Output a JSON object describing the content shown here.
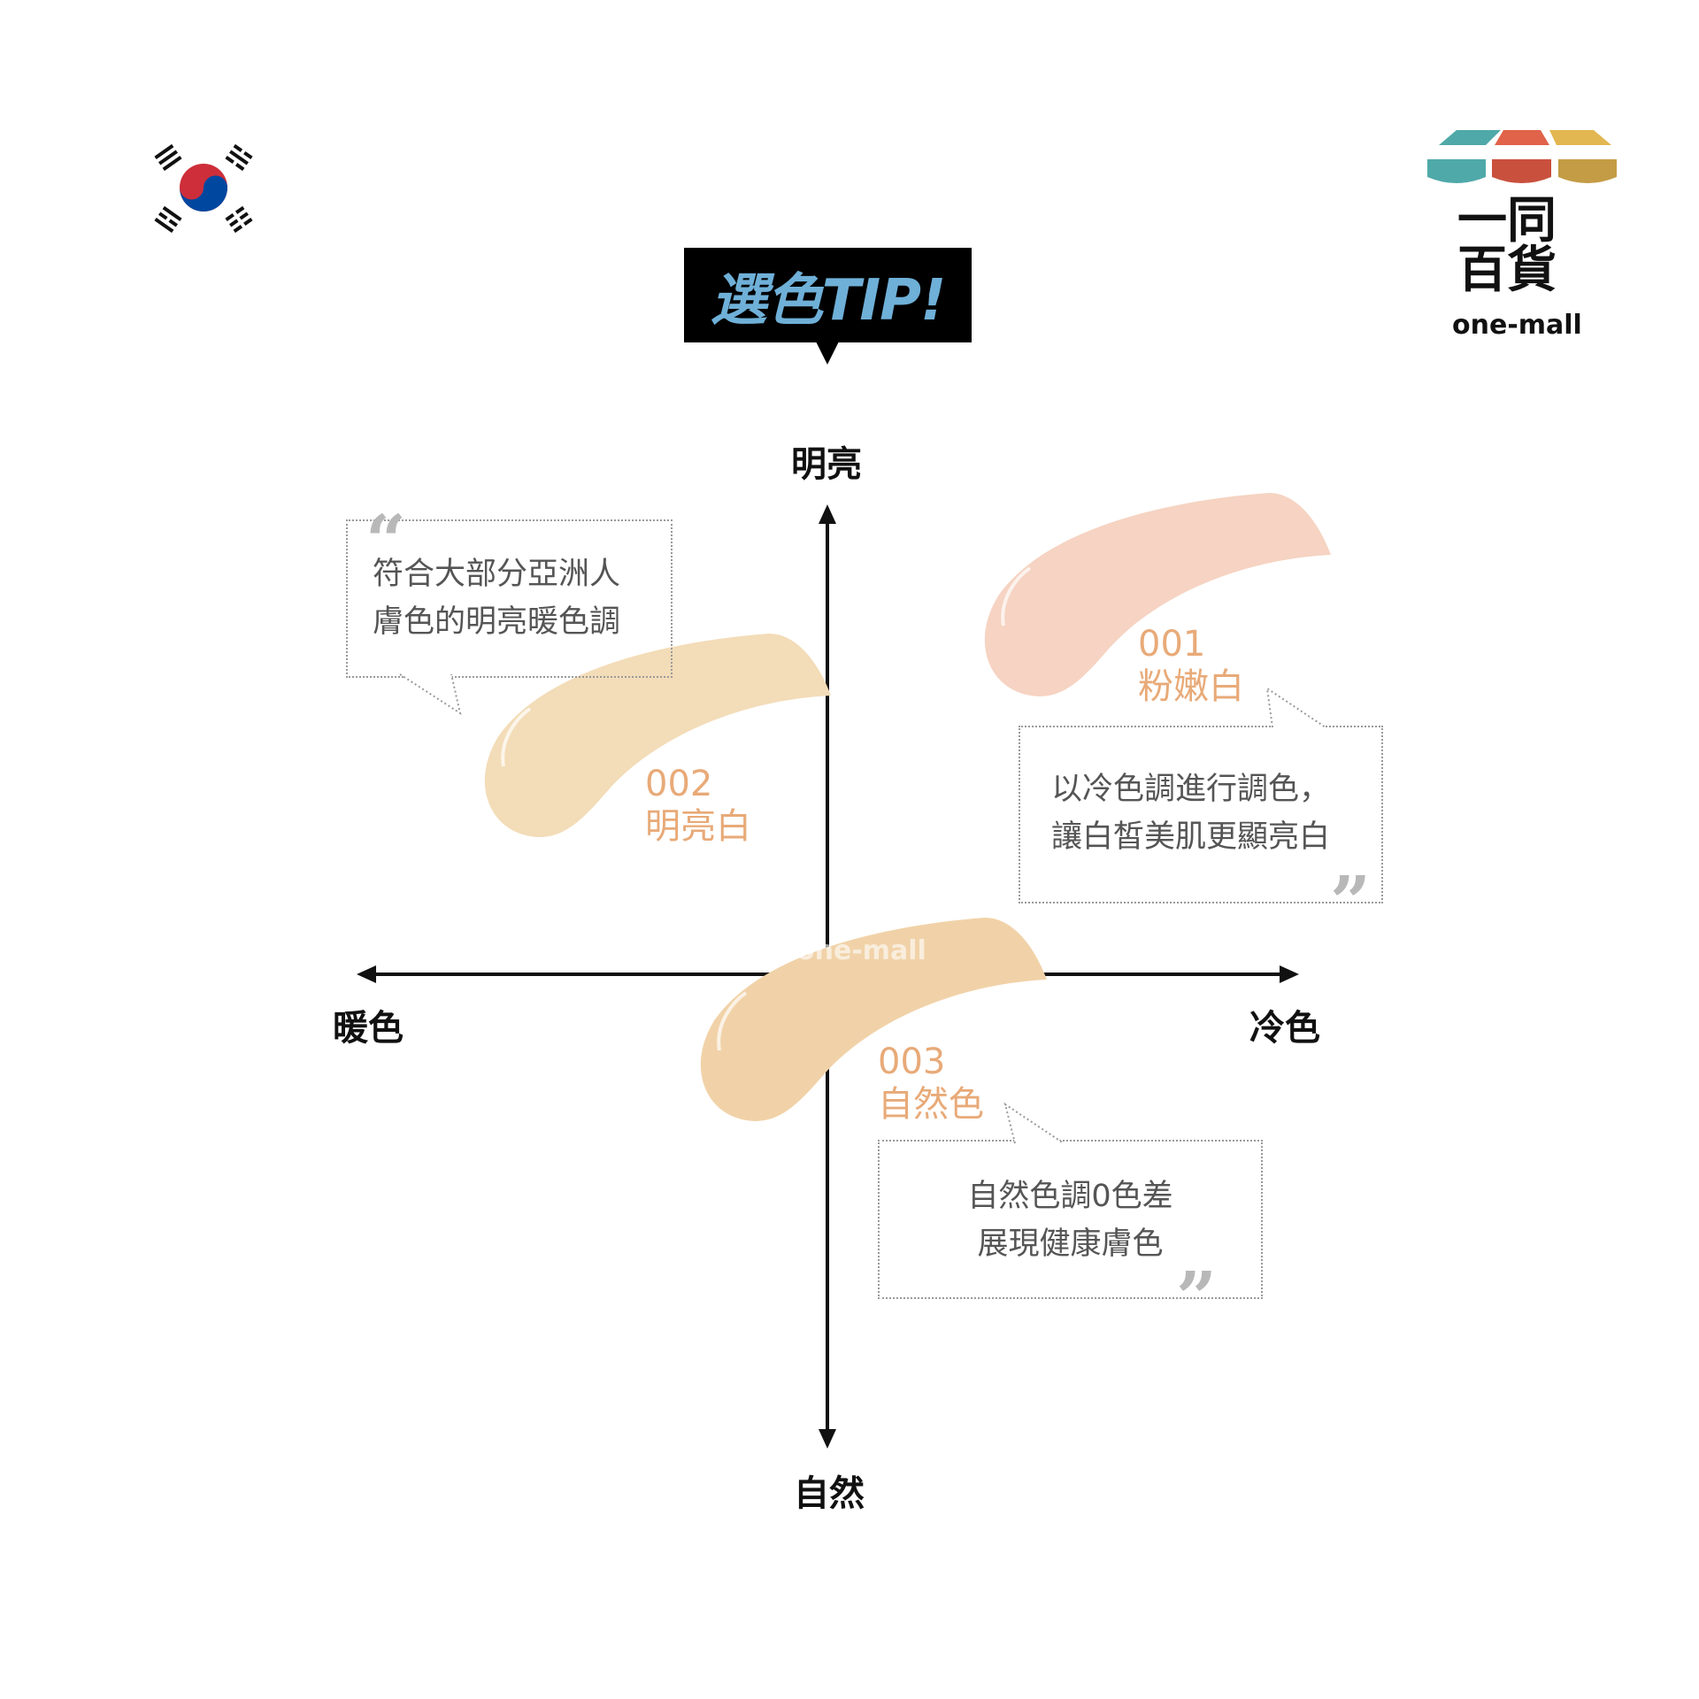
{
  "header": {
    "tip_title": "選色TIP!"
  },
  "logo": {
    "name_cn": "一同百貨",
    "name_en": "one-mall",
    "colors": [
      "#4fa9a8",
      "#d0553f",
      "#d4a84a"
    ]
  },
  "flag": {
    "icon": "korea-flag-icon",
    "colors": {
      "red": "#cd2e3a",
      "blue": "#0047a0"
    }
  },
  "axes": {
    "top": "明亮",
    "bottom": "自然",
    "left": "暖色",
    "right": "冷色"
  },
  "shades": [
    {
      "code": "001",
      "name": "粉嫩白",
      "color": "#f6d3c2",
      "note": [
        "以冷色調進行調色，",
        "讓白皙美肌更顯亮白"
      ]
    },
    {
      "code": "002",
      "name": "明亮白",
      "color": "#f3dcb8",
      "note": [
        "符合大部分亞洲人",
        "膚色的明亮暖色調"
      ]
    },
    {
      "code": "003",
      "name": "自然色",
      "color": "#f1d2a8",
      "note": [
        "自然色調0色差",
        "展現健康膚色"
      ]
    }
  ],
  "watermark": "one-mall"
}
